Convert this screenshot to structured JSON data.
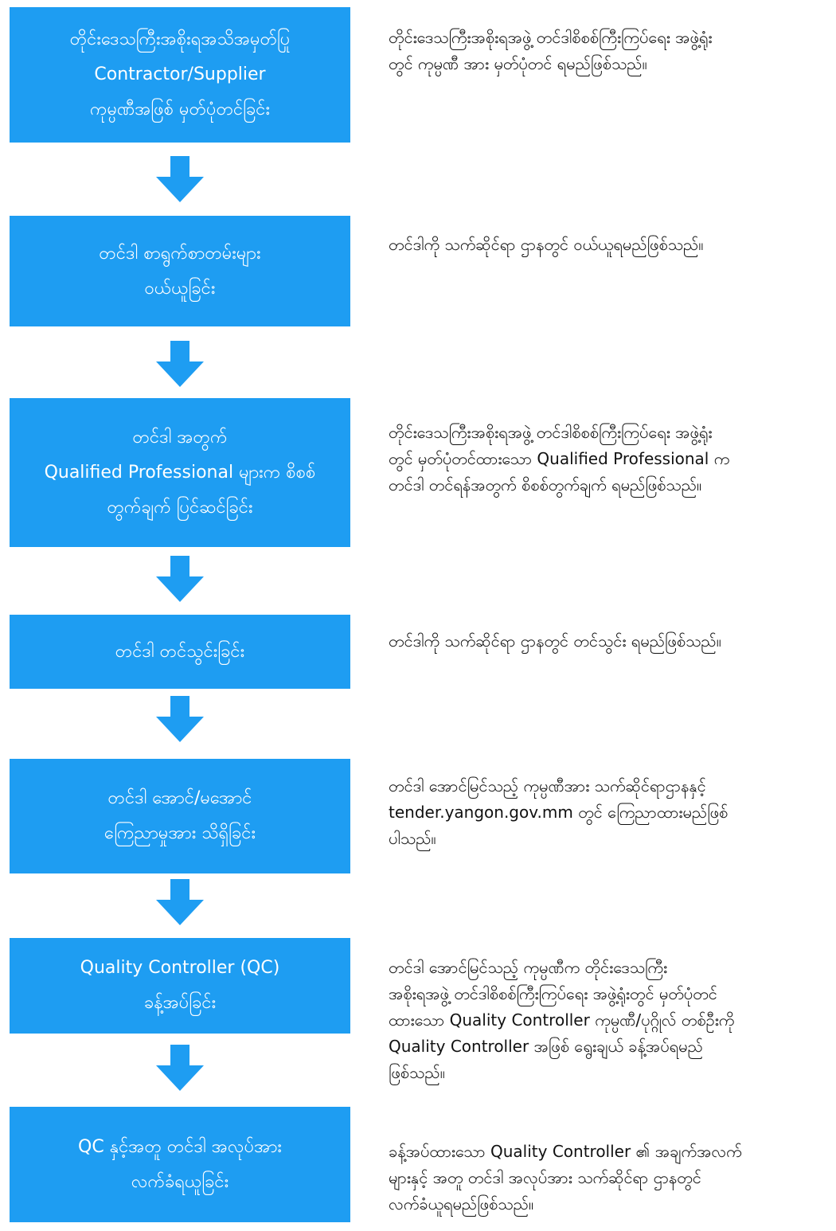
{
  "colors": {
    "accent": "#1e9df2",
    "arrow": "#1e9df2",
    "text": "#111111"
  },
  "steps": [
    {
      "title": [
        "တိုင်းဒေသကြီးအစိုးရအသိအမှတ်ပြု",
        "Contractor/Supplier",
        "ကုမ္ပဏီအဖြစ် မှတ်ပုံတင်ခြင်း"
      ],
      "desc": [
        "တိုင်းဒေသကြီးအစိုးရအဖွဲ့ တင်ဒါစိစစ်ကြီးကြပ်ရေး အဖွဲ့ရုံး",
        "တွင် ကုမ္ပဏီ အား မှတ်ပုံတင် ရမည်ဖြစ်သည်။"
      ]
    },
    {
      "title": [
        "တင်ဒါ စာရွက်စာတမ်းများ",
        "ဝယ်ယူခြင်း"
      ],
      "desc": [
        "တင်ဒါကို သက်ဆိုင်ရာ ဌာနတွင် ဝယ်ယူရမည်ဖြစ်သည်။"
      ]
    },
    {
      "title": [
        "တင်ဒါ အတွက်",
        "Qualified Professional များက စိစစ်",
        "တွက်ချက် ပြင်ဆင်ခြင်း"
      ],
      "desc": [
        "တိုင်းဒေသကြီးအစိုးရအဖွဲ့ တင်ဒါစိစစ်ကြီးကြပ်ရေး အဖွဲ့ရုံး",
        "တွင် မှတ်ပုံတင်ထားသော Qualified Professional က",
        "တင်ဒါ တင်ရန်အတွက် စိစစ်တွက်ချက် ရမည်ဖြစ်သည်။"
      ]
    },
    {
      "title": [
        "တင်ဒါ တင်သွင်းခြင်း"
      ],
      "desc": [
        "တင်ဒါကို သက်ဆိုင်ရာ ဌာနတွင် တင်သွင်း ရမည်ဖြစ်သည်။"
      ]
    },
    {
      "title": [
        "တင်ဒါ အောင်/မအောင်",
        "ကြေညာမှုအား သိရှိခြင်း"
      ],
      "desc": [
        "တင်ဒါ အောင်မြင်သည့် ကုမ္ပဏီအား သက်ဆိုင်ရာဌာနနှင့်",
        "tender.yangon.gov.mm တွင် ကြေညာထားမည်ဖြစ်",
        "ပါသည်။"
      ]
    },
    {
      "title": [
        "Quality Controller (QC)",
        "ခန့်အပ်ခြင်း"
      ],
      "desc": [
        "တင်ဒါ အောင်မြင်သည့် ကုမ္ပဏီက တိုင်းဒေသကြီး",
        "အစိုးရအဖွဲ့ တင်ဒါစိစစ်ကြီးကြပ်ရေး အဖွဲ့ရုံးတွင် မှတ်ပုံတင်",
        "ထားသော Quality Controller ကုမ္ပဏီ/ပုဂ္ဂိုလ် တစ်ဦးကို",
        "Quality Controller အဖြစ် ရွေးချယ် ခန့်အပ်ရမည်",
        "ဖြစ်သည်။"
      ]
    },
    {
      "title": [
        "QC နှင့်အတူ တင်ဒါ အလုပ်အား",
        "လက်ခံရယူခြင်း"
      ],
      "desc": [
        "ခန့်အပ်ထားသော Quality Controller ၏ အချက်အလက်",
        "များနှင့် အတူ တင်ဒါ အလုပ်အား သက်ဆိုင်ရာ ဌာနတွင်",
        "လက်ခံယူရမည်ဖြစ်သည်။"
      ]
    }
  ]
}
